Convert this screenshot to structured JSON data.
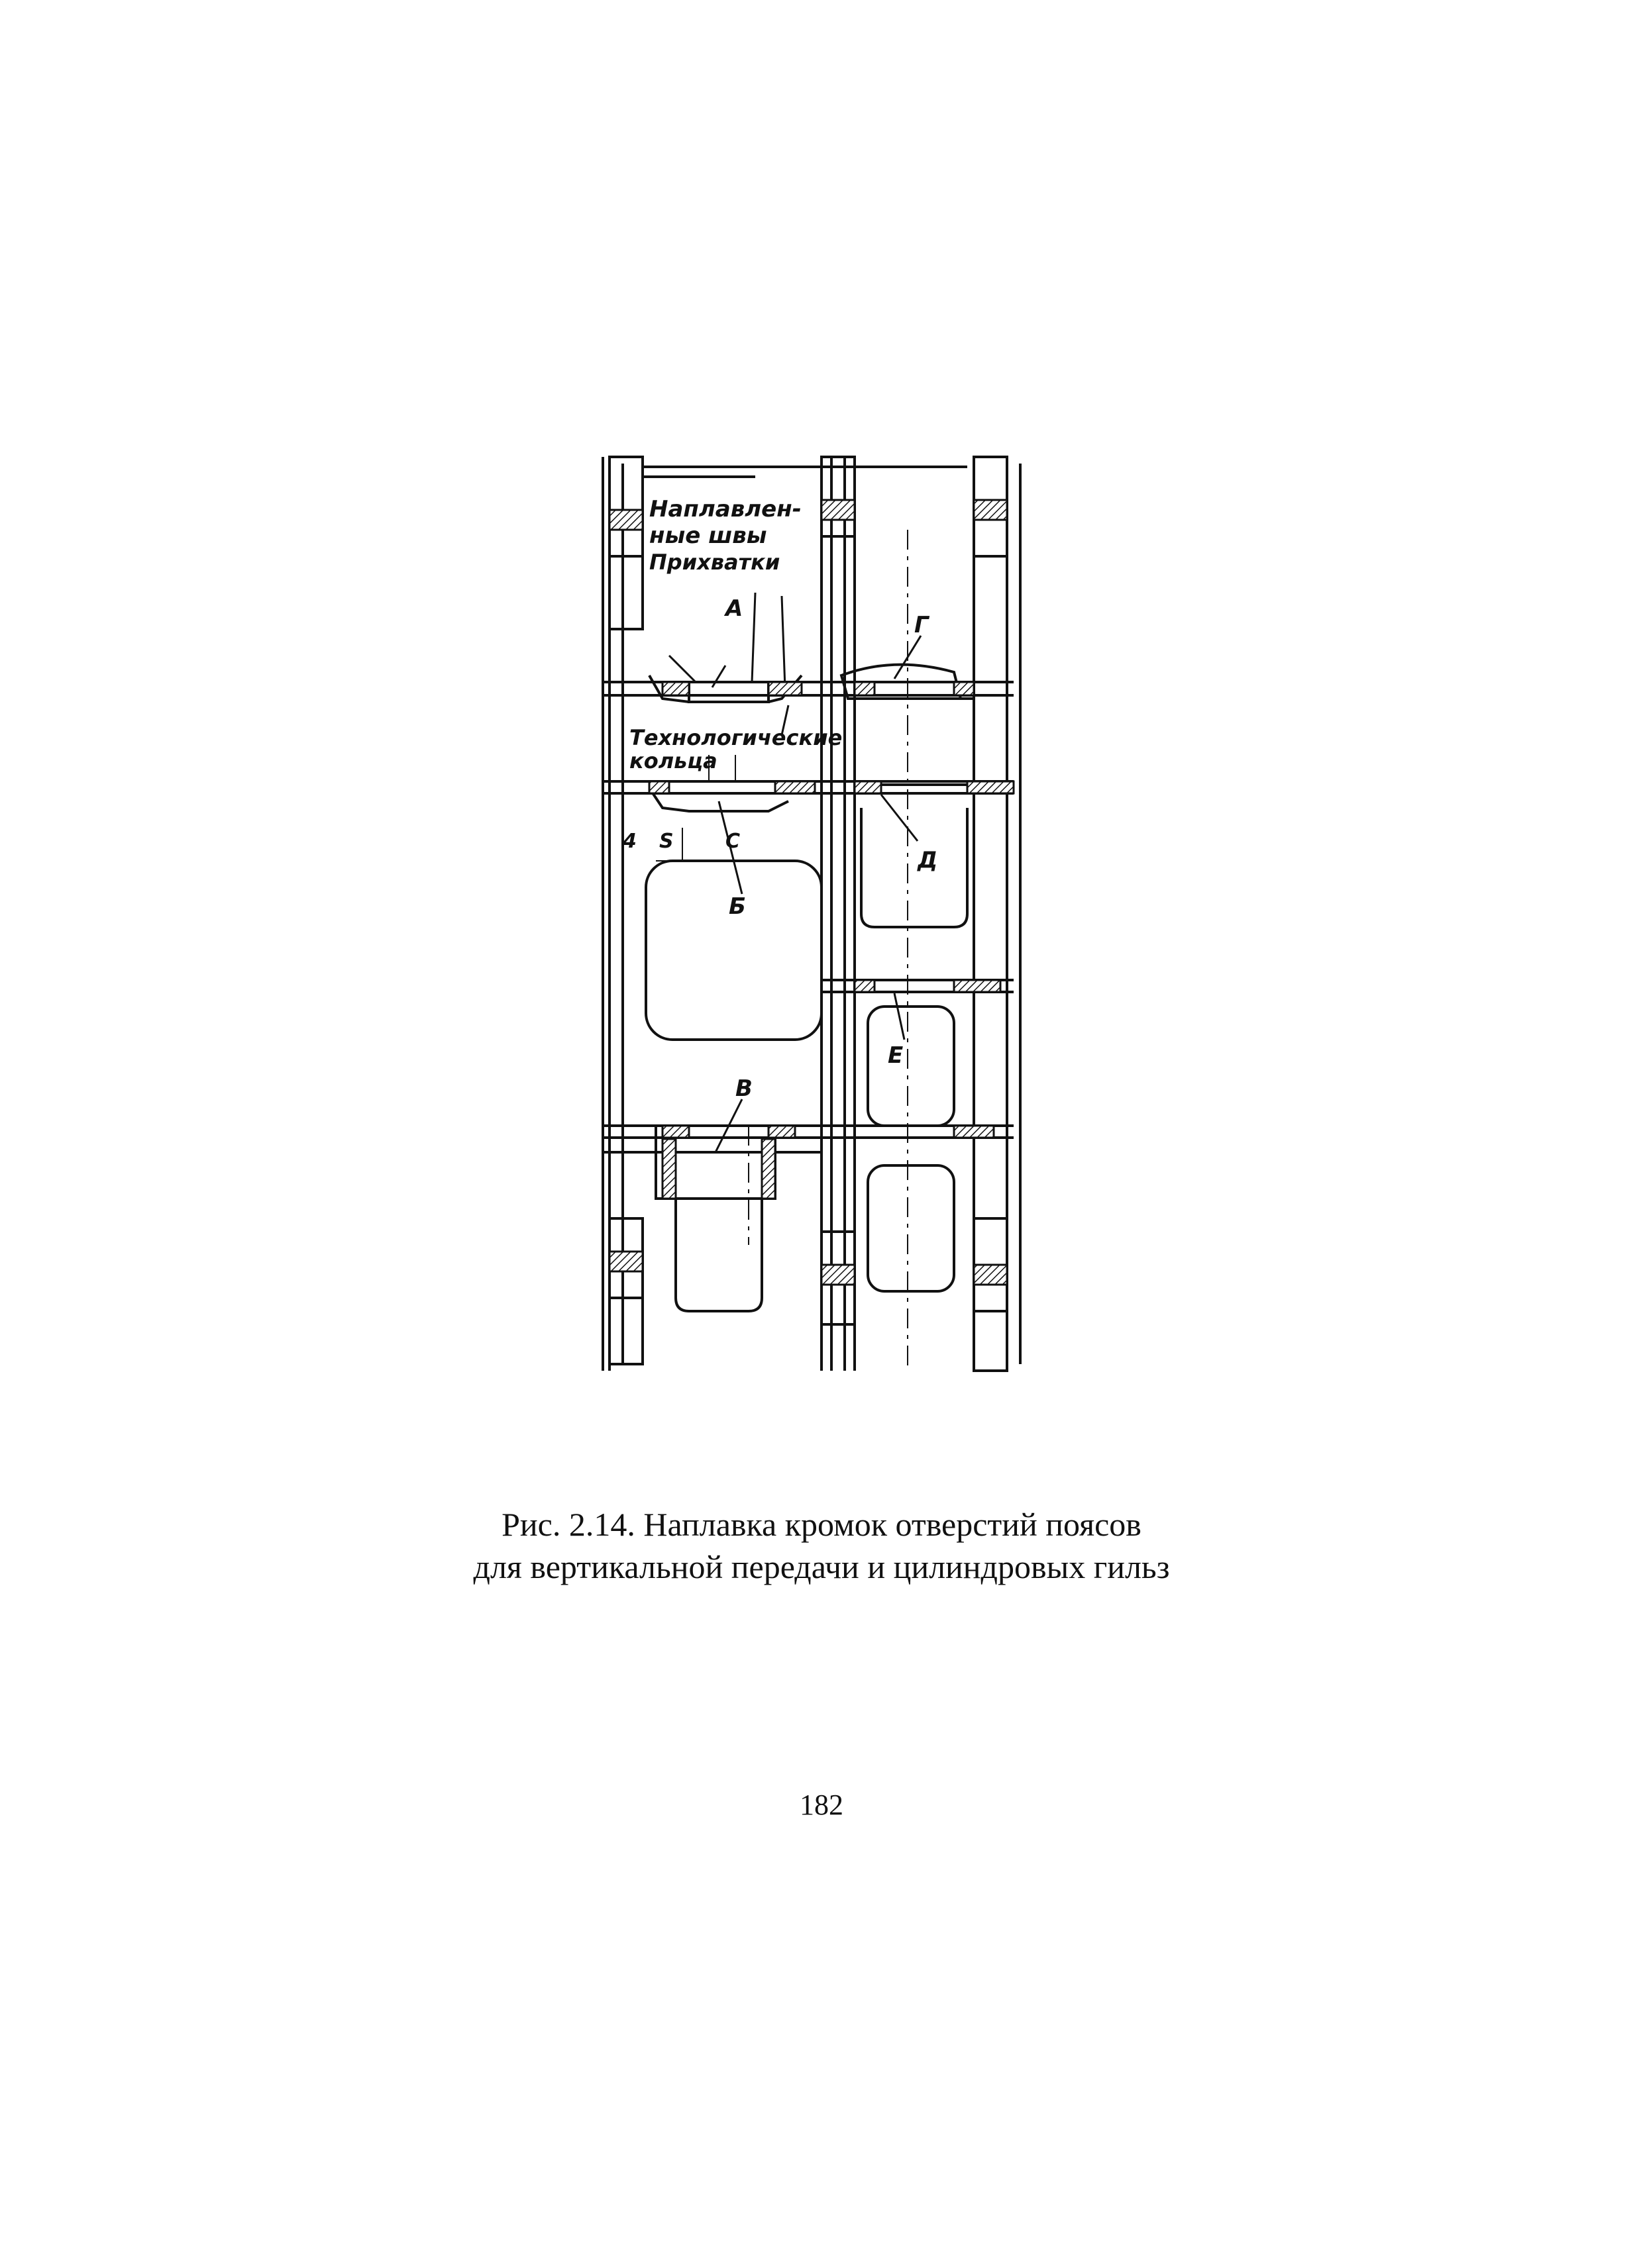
{
  "figure": {
    "labels": {
      "welded_seams_1": "Наплавлен-",
      "welded_seams_2": "ные швы",
      "tack_welds": "Прихватки",
      "tech_rings_1": "Технологические",
      "tech_rings_2": "кольца",
      "A": "А",
      "B": "Б",
      "V": "В",
      "G": "Г",
      "D": "Д",
      "E": "Е",
      "num4": "4",
      "S": "S",
      "C": "С"
    }
  },
  "caption": {
    "line1": "Рис. 2.14. Наплавка кромок отверстий поясов",
    "line2": "для вертикальной передачи и цилиндровых гильз"
  },
  "page_number": "182"
}
